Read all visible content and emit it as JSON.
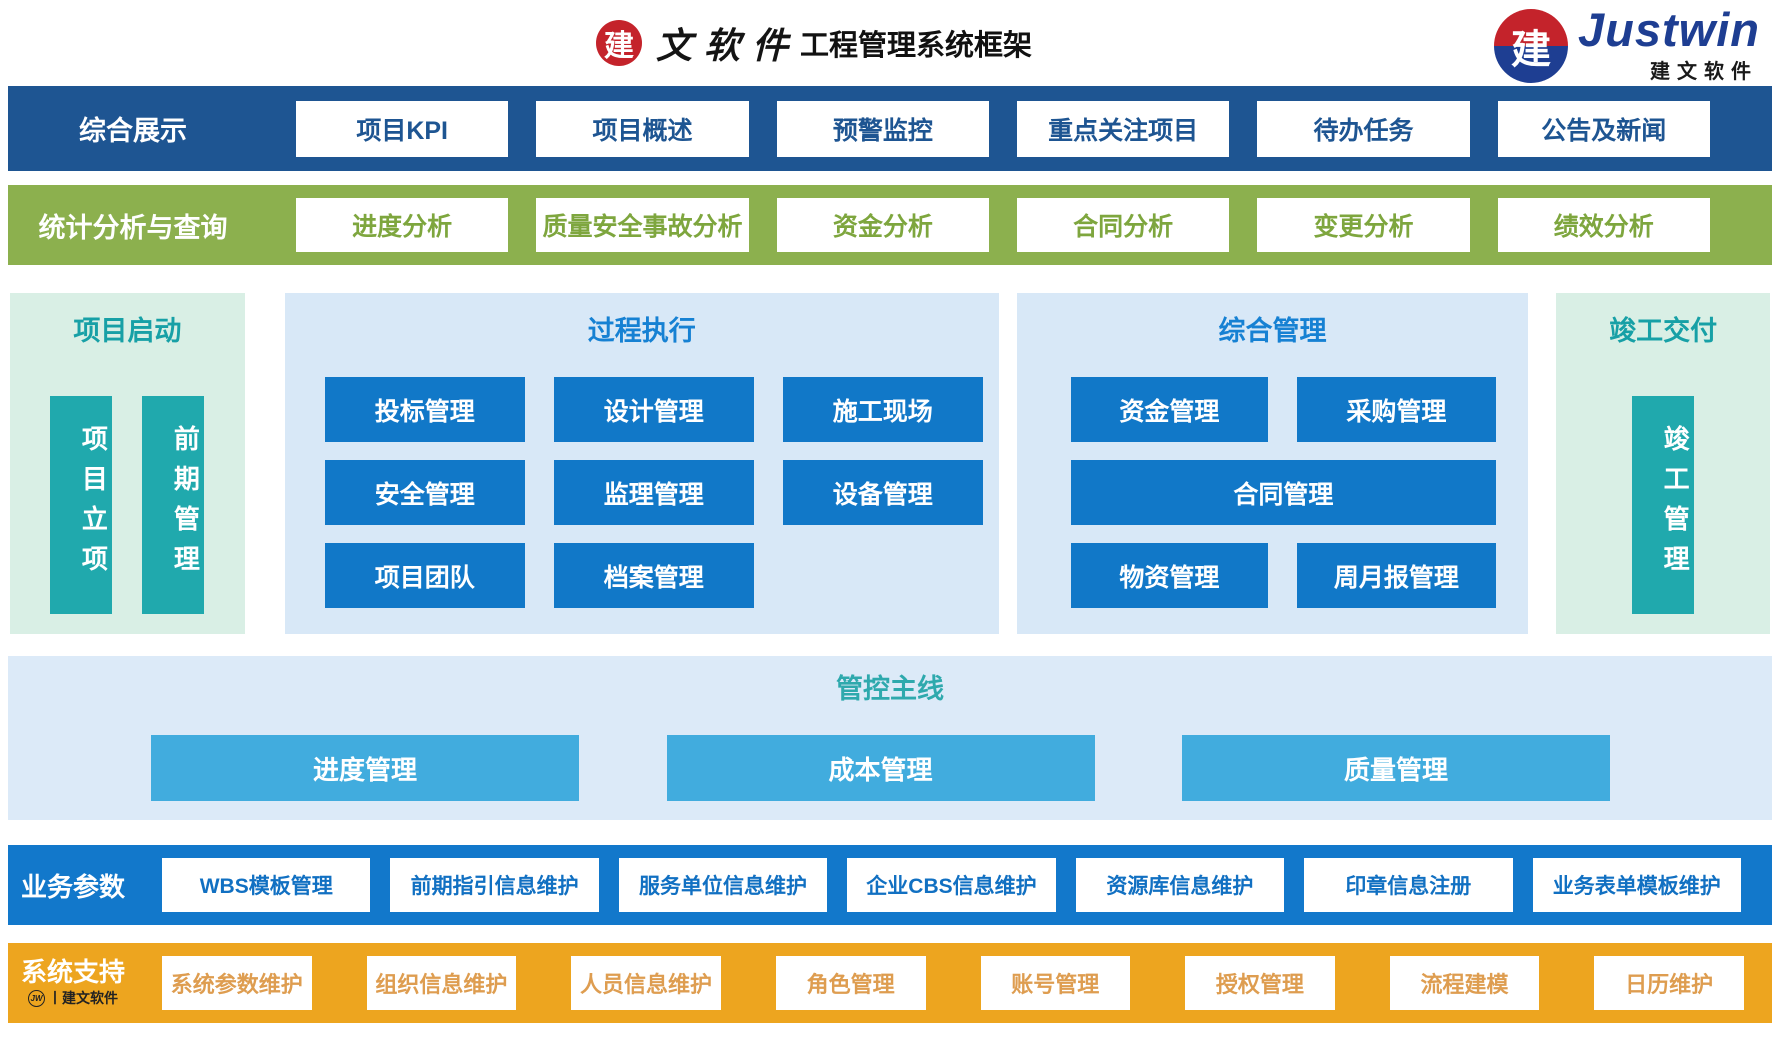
{
  "header": {
    "logo_badge": "建",
    "brand_script": "文软件",
    "title": "工程管理系统框架",
    "justwin": {
      "badge": "建",
      "wordmark": "Justwin",
      "subtitle": "建文软件"
    }
  },
  "rows": {
    "display": {
      "label": "综合展示",
      "items": [
        "项目KPI",
        "项目概述",
        "预警监控",
        "重点关注项目",
        "待办任务",
        "公告及新闻"
      ]
    },
    "analysis": {
      "label": "统计分析与查询",
      "items": [
        "进度分析",
        "质量安全事故分析",
        "资金分析",
        "合同分析",
        "变更分析",
        "绩效分析"
      ]
    },
    "business": {
      "label": "业务参数",
      "items": [
        "WBS模板管理",
        "前期指引信息维护",
        "服务单位信息维护",
        "企业CBS信息维护",
        "资源库信息维护",
        "印章信息注册",
        "业务表单模板维护"
      ]
    },
    "system": {
      "label": "系统支持",
      "badge_icon": "JW",
      "badge_sep": "丨",
      "badge_text": "建文软件",
      "items": [
        "系统参数维护",
        "组织信息维护",
        "人员信息维护",
        "角色管理",
        "账号管理",
        "授权管理",
        "流程建模",
        "日历维护"
      ]
    }
  },
  "panels": {
    "startup": {
      "title": "项目启动",
      "items": [
        "项目立项",
        "前期管理"
      ]
    },
    "execution": {
      "title": "过程执行",
      "items": [
        "投标管理",
        "设计管理",
        "施工现场",
        "安全管理",
        "监理管理",
        "设备管理",
        "项目团队",
        "档案管理"
      ]
    },
    "comprehensive": {
      "title": "综合管理",
      "top": [
        "资金管理",
        "采购管理"
      ],
      "middle": "合同管理",
      "bottom": [
        "物资管理",
        "周月报管理"
      ]
    },
    "delivery": {
      "title": "竣工交付",
      "items": [
        "竣工管理"
      ]
    }
  },
  "mainline": {
    "title": "管控主线",
    "items": [
      "进度管理",
      "成本管理",
      "质量管理"
    ]
  },
  "colors": {
    "navy": "#1E5592",
    "green": "#8CB04E",
    "blue_button": "#1178C8",
    "panel_blue": "#D8E8F7",
    "panel_mint": "#D9EFE5",
    "teal_button": "#20A9AD",
    "mainline_band": "#DCEAF8",
    "mainline_button": "#41ACDE",
    "business_bar": "#1278CB",
    "orange_bar": "#EDA51F",
    "orange_text": "#DE9D50",
    "justwin_blue": "#1E3E92",
    "logo_red": "#C4232B"
  }
}
